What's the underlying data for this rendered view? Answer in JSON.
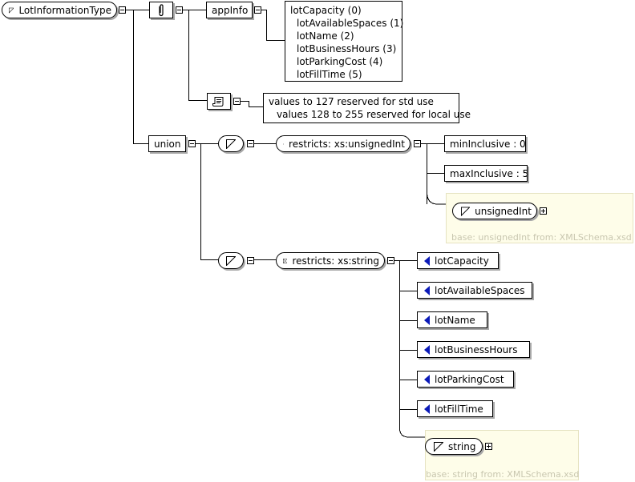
{
  "root": {
    "label": "LotInformationType"
  },
  "appinfo": {
    "label": "appInfo"
  },
  "enum_list": {
    "title": "lotCapacity (0)",
    "items": [
      "lotAvailableSpaces (1)",
      "lotName (2)",
      "lotBusinessHours (3)",
      "lotParkingCost (4)",
      "lotFillTime (5)"
    ]
  },
  "documentation": {
    "lines": [
      "values to 127 reserved for std use",
      "values 128 to 255 reserved for local use"
    ]
  },
  "union": {
    "label": "union"
  },
  "restriction1": {
    "label": "restricts: xs:unsignedInt",
    "facets": [
      "minInclusive : 0",
      "maxInclusive : 5"
    ],
    "base_type": "unsignedInt",
    "base_caption": "base: unsignedInt from: XMLSchema.xsd"
  },
  "restriction2": {
    "label": "restricts: xs:string",
    "enums": [
      "lotCapacity",
      "lotAvailableSpaces",
      "lotName",
      "lotBusinessHours",
      "lotParkingCost",
      "lotFillTime"
    ],
    "base_type": "string",
    "base_caption": "base: string from: XMLSchema.xsd"
  }
}
